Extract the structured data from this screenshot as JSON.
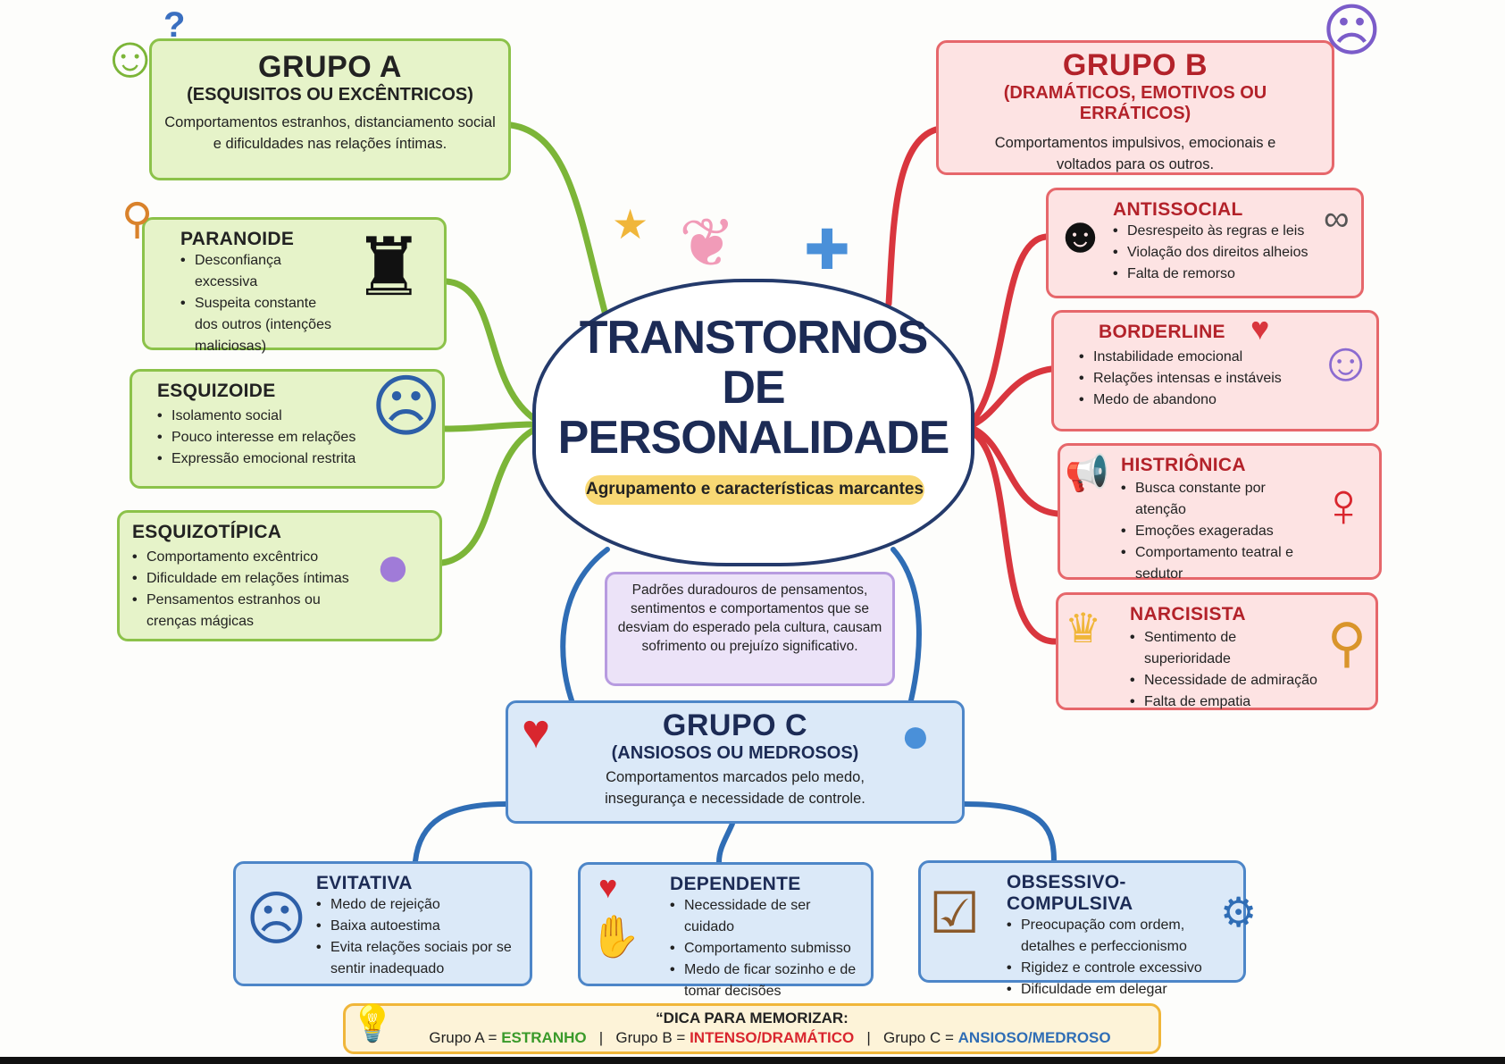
{
  "center": {
    "title_lines": [
      "TRANSTORNOS",
      "DE",
      "PERSONALIDADE"
    ],
    "subtitle": "Agrupamento e características marcantes",
    "definition": "Padrões duradouros de pensamentos, sentimentos e comportamentos que se desviam do esperado pela cultura, causam sofrimento ou prejuízo significativo."
  },
  "groups": {
    "a": {
      "title": "GRUPO A",
      "subtitle": "(ESQUISITOS OU EXCÊNTRICOS)",
      "description": "Comportamentos estranhos, distanciamento social e dificuldades nas relações íntimas.",
      "color": "#8cc24a",
      "disorders": [
        {
          "name": "PARANOIDE",
          "items": [
            "Desconfiança excessiva",
            "Suspeita constante dos outros (intenções maliciosas)"
          ]
        },
        {
          "name": "ESQUIZOIDE",
          "items": [
            "Isolamento social",
            "Pouco interesse em relações",
            "Expressão emocional restrita"
          ]
        },
        {
          "name": "ESQUIZOTÍPICA",
          "items": [
            "Comportamento excêntrico",
            "Dificuldade em relações íntimas",
            "Pensamentos estranhos ou crenças mágicas"
          ]
        }
      ]
    },
    "b": {
      "title": "GRUPO B",
      "subtitle": "(DRAMÁTICOS, EMOTIVOS OU ERRÁTICOS)",
      "description": "Comportamentos impulsivos, emocionais e voltados para os outros.",
      "color": "#d9363e",
      "disorders": [
        {
          "name": "ANTISSOCIAL",
          "items": [
            "Desrespeito às regras e leis",
            "Violação dos direitos alheios",
            "Falta de remorso"
          ]
        },
        {
          "name": "BORDERLINE",
          "items": [
            "Instabilidade emocional",
            "Relações intensas e instáveis",
            "Medo de abandono"
          ]
        },
        {
          "name": "HISTRIÔNICA",
          "items": [
            "Busca constante por atenção",
            "Emoções exageradas",
            "Comportamento teatral e sedutor"
          ]
        },
        {
          "name": "NARCISISTA",
          "items": [
            "Sentimento de superioridade",
            "Necessidade de admiração",
            "Falta de empatia"
          ]
        }
      ]
    },
    "c": {
      "title": "GRUPO C",
      "subtitle": "(ANSIOSOS OU MEDROSOS)",
      "description": "Comportamentos marcados pelo medo, insegurança e necessidade de controle.",
      "color": "#2f6db5",
      "disorders": [
        {
          "name": "EVITATIVA",
          "items": [
            "Medo de rejeição",
            "Baixa autoestima",
            "Evita relações sociais por se sentir inadequado"
          ]
        },
        {
          "name": "DEPENDENTE",
          "items": [
            "Necessidade de ser cuidado",
            "Comportamento submisso",
            "Medo de ficar sozinho e de tomar decisões"
          ]
        },
        {
          "name": "OBSESSIVO-COMPULSIVA",
          "items": [
            "Preocupação com ordem, detalhes e perfeccionismo",
            "Rigidez e controle excessivo",
            "Dificuldade em delegar"
          ]
        }
      ]
    }
  },
  "tip": {
    "heading": "“DICA PARA MEMORIZAR:",
    "a_label": "Grupo A =",
    "a_value": "ESTRANHO",
    "b_label": "Grupo B =",
    "b_value": "INTENSO/DRAMÁTICO",
    "c_label": "Grupo C =",
    "c_value": "ANSIOSO/MEDROSO",
    "separator": "|"
  }
}
